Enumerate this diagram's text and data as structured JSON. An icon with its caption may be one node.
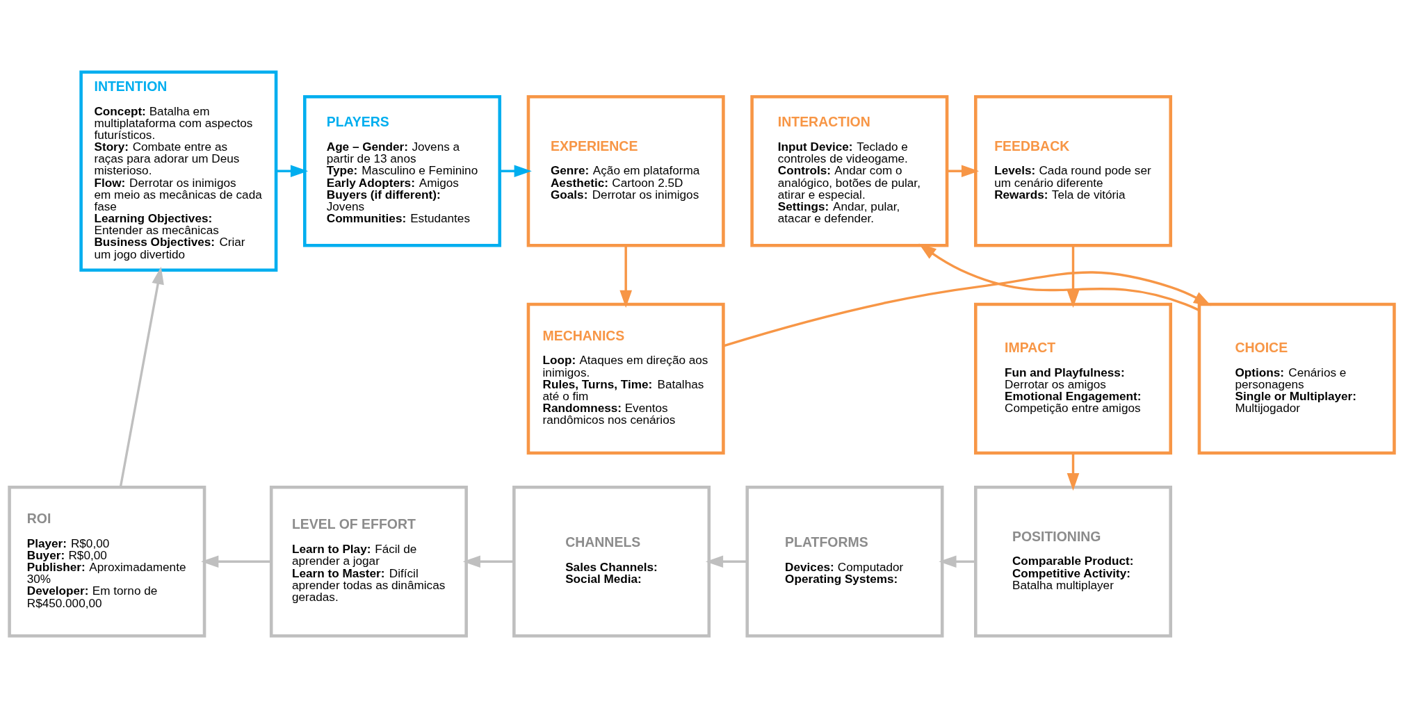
{
  "diagram": {
    "nodes": [
      {
        "text": [
          "INTENTION",
          "**Concept:** Batalha em multiplataforma com aspectos futurísticos.",
          "**Story:** Combate entre as raças para adorar um Deus misterioso.",
          "**Flow:** Derrotar os inimigos em meio as mecânicas de cada fase",
          "**Learning Objectives:** Entender as mecânicas",
          "**Business Objectives:** Criar um jogo divertido"
        ]
      },
      {
        "text": [
          "PLAYERS",
          "**Age – Gender:** Jovens a partir de 13 anos",
          "**Type:** Masculino e Feminino",
          "**Early Adopters:** Amigos",
          "**Buyers (if different):** Jovens",
          "**Communities:** Estudantes"
        ]
      },
      {
        "text": [
          "EXPERIENCE",
          "**Genre:** Ação em plataforma",
          "**Aesthetic:** Cartoon 2.5D",
          "**Goals:** Derrotar os inimigos"
        ]
      },
      {
        "text": [
          "INTERACTION",
          "**Input Device:** Teclado e controles de videogame.",
          "**Controls:** Andar com o analógico, botões de pular, atirar e especial.",
          "**Settings:** Andar, pular, atacar e defender."
        ]
      },
      {
        "text": [
          "FEEDBACK",
          "**Levels:** Cada round pode ser um cenário diferente",
          "**Rewards:** Tela de vitória"
        ]
      },
      {
        "text": [
          "MECHANICS",
          "**Loop:** Ataques em direção aos inimigos.",
          "**Rules, Turns, Time:** Batalhas até o fim",
          "**Randomness:** Eventos randômicos nos cenários"
        ]
      },
      {
        "text": [
          "CHOICE",
          "**Options:** Cenários e personagens",
          "**Single or Multiplayer:** Multijogador"
        ]
      },
      {
        "text": [
          "IMPACT",
          "**Fun and Playfulness:** Derrotar os amigos",
          "**Emotional Engagement:** Competição entre amigos"
        ]
      },
      {
        "text": [
          "ROI",
          "**Player:** R$0,00",
          "**Buyer:** R$0,00",
          "**Publisher:** Aproximadamente 30%",
          "**Developer:** Em torno de R$450.000,00"
        ]
      },
      {
        "text": [
          "LEVEL OF EFFORT",
          "**Learn to Play:** Fácil de aprender a jogar",
          "**Learn to Master:** Difícil aprender todas as dinâmicas geradas."
        ]
      },
      {
        "text": [
          "CHANNELS",
          "**Sales Channels:**",
          "**Social Media:**"
        ]
      },
      {
        "text": [
          "PLATFORMS",
          "**Devices:** Computador",
          "**Operating Systems:**"
        ]
      },
      {
        "text": [
          "POSITIONING",
          "**Comparable Product:**",
          "**Competitive Activity:** Batalha multiplayer"
        ]
      }
    ],
    "edges": [
      {
        "from": 0,
        "to": 1,
        "arrow": "to",
        "color": "#00aeef"
      },
      {
        "from": 1,
        "to": 2,
        "arrow": "to",
        "color": "#00aeef"
      },
      {
        "from": 2,
        "to": 5,
        "arrow": "to"
      },
      {
        "from": 5,
        "to": 6,
        "arrow": "to"
      },
      {
        "from": 6,
        "to": 3,
        "arrow": "to"
      },
      {
        "from": 3,
        "to": 4,
        "arrow": "to"
      },
      {
        "from": 4,
        "to": 7,
        "arrow": "to"
      },
      {
        "from": 7,
        "to": 12,
        "arrow": "to"
      },
      {
        "from": 12,
        "to": 11,
        "arrow": "to",
        "color": "#bfbfbf"
      },
      {
        "from": 11,
        "to": 10,
        "arrow": "to",
        "color": "#bfbfbf"
      },
      {
        "from": 10,
        "to": 9,
        "arrow": "to",
        "color": "#bfbfbf"
      },
      {
        "from": 9,
        "to": 8,
        "arrow": "to",
        "color": "#bfbfbf"
      },
      {
        "from": 8,
        "to": 0,
        "arrow": "to",
        "color": "#bfbfbf"
      }
    ]
  }
}
